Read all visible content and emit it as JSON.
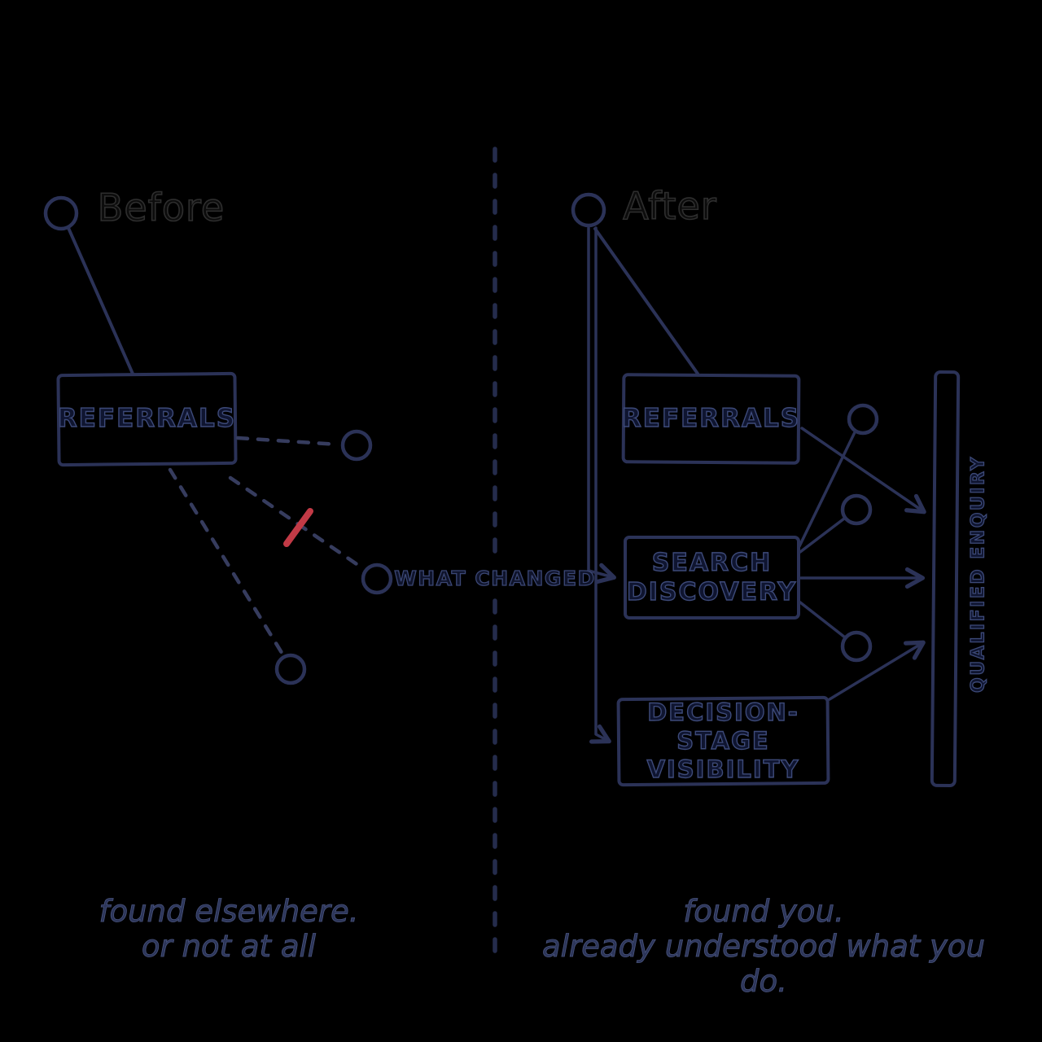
{
  "colors": {
    "background": "#000000",
    "ink_navy": "#2b3257",
    "ink_navy_dark": "#1f274a",
    "dashed_gray_navy": "#363c5e",
    "blocked_red": "#c23a46",
    "title_charcoal": "#2e2e2e"
  },
  "divider": {
    "label": "WHAT CHANGED"
  },
  "before": {
    "title": "Before",
    "box_label": "REFERRALS",
    "caption_line1": "found elsewhere.",
    "caption_line2": "or not at all",
    "icons": [
      "person-circle-icon",
      "prospect-circle-icon",
      "prospect-circle-icon",
      "prospect-circle-icon",
      "blocked-path-slash-icon"
    ]
  },
  "after": {
    "title": "After",
    "boxes": [
      {
        "label": "REFERRALS"
      },
      {
        "label": "SEARCH",
        "label2": "DISCOVERY"
      },
      {
        "label": "DECISION-STAGE",
        "label2": "VISIBILITY"
      }
    ],
    "bar_label": "QUALIFIED ENQUIRY",
    "caption_line1": "found you.",
    "caption_line2": "already understood what you do.",
    "icons": [
      "person-circle-icon",
      "prospect-circle-icon",
      "prospect-circle-icon",
      "prospect-circle-icon"
    ]
  }
}
